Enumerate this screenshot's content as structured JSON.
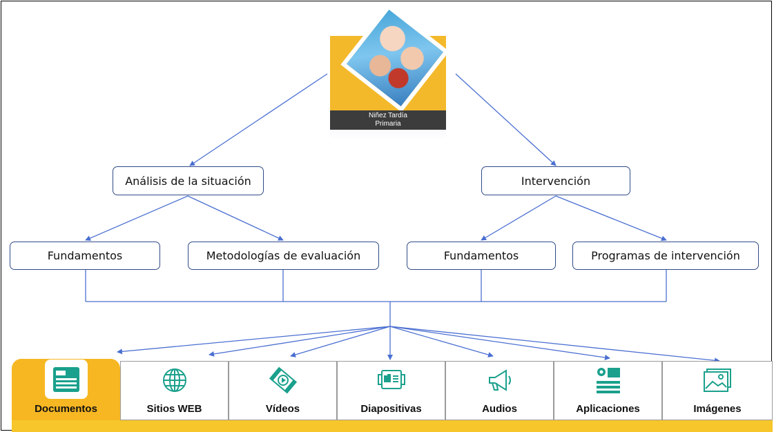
{
  "colors": {
    "connector": "#4a6fd1",
    "node_border": "#2f4a87",
    "accent": "#f7b723",
    "icon": "#1aa08c"
  },
  "thumbnail": {
    "caption_line1": "Niñez Tardía",
    "caption_line2": "Primaria"
  },
  "branches": [
    {
      "label": "Análisis de la situación",
      "children": [
        "Fundamentos",
        "Metodologías de evaluación"
      ]
    },
    {
      "label": "Intervención",
      "children": [
        "Fundamentos",
        "Programas de intervención"
      ]
    }
  ],
  "tabs": [
    {
      "label": "Documentos",
      "icon": "document-icon",
      "active": true
    },
    {
      "label": "Sitios WEB",
      "icon": "globe-icon",
      "active": false
    },
    {
      "label": "Vídeos",
      "icon": "film-icon",
      "active": false
    },
    {
      "label": "Diapositivas",
      "icon": "slides-icon",
      "active": false
    },
    {
      "label": "Audios",
      "icon": "megaphone-icon",
      "active": false
    },
    {
      "label": "Aplicaciones",
      "icon": "apps-icon",
      "active": false
    },
    {
      "label": "Imágenes",
      "icon": "image-icon",
      "active": false
    }
  ]
}
